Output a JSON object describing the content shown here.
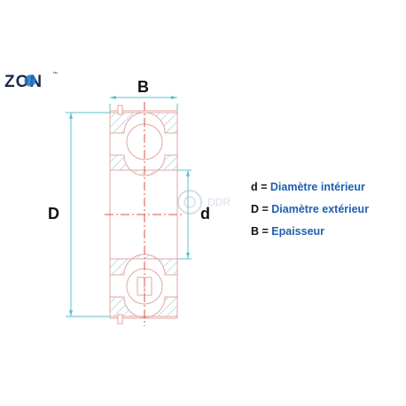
{
  "logo": {
    "text": "ZON",
    "tm": "™"
  },
  "labels": {
    "B": "B",
    "D": "D",
    "d": "d"
  },
  "watermark": "DDR",
  "legend": [
    {
      "symbol": "d = ",
      "text": "Diamètre intérieur"
    },
    {
      "symbol": "D = ",
      "text": "Diamètre extérieur"
    },
    {
      "symbol": "B = ",
      "text": "Epaisseur"
    }
  ],
  "colors": {
    "drawing_line": "#e3a7a0",
    "centerline": "#d9534f",
    "hatch": "#86c5cc",
    "dimension": "#59c1cf",
    "label": "#111111",
    "legend_text": "#1f5fae",
    "logo_dark": "#1c2b4a",
    "logo_accent": "#1f73c7"
  }
}
